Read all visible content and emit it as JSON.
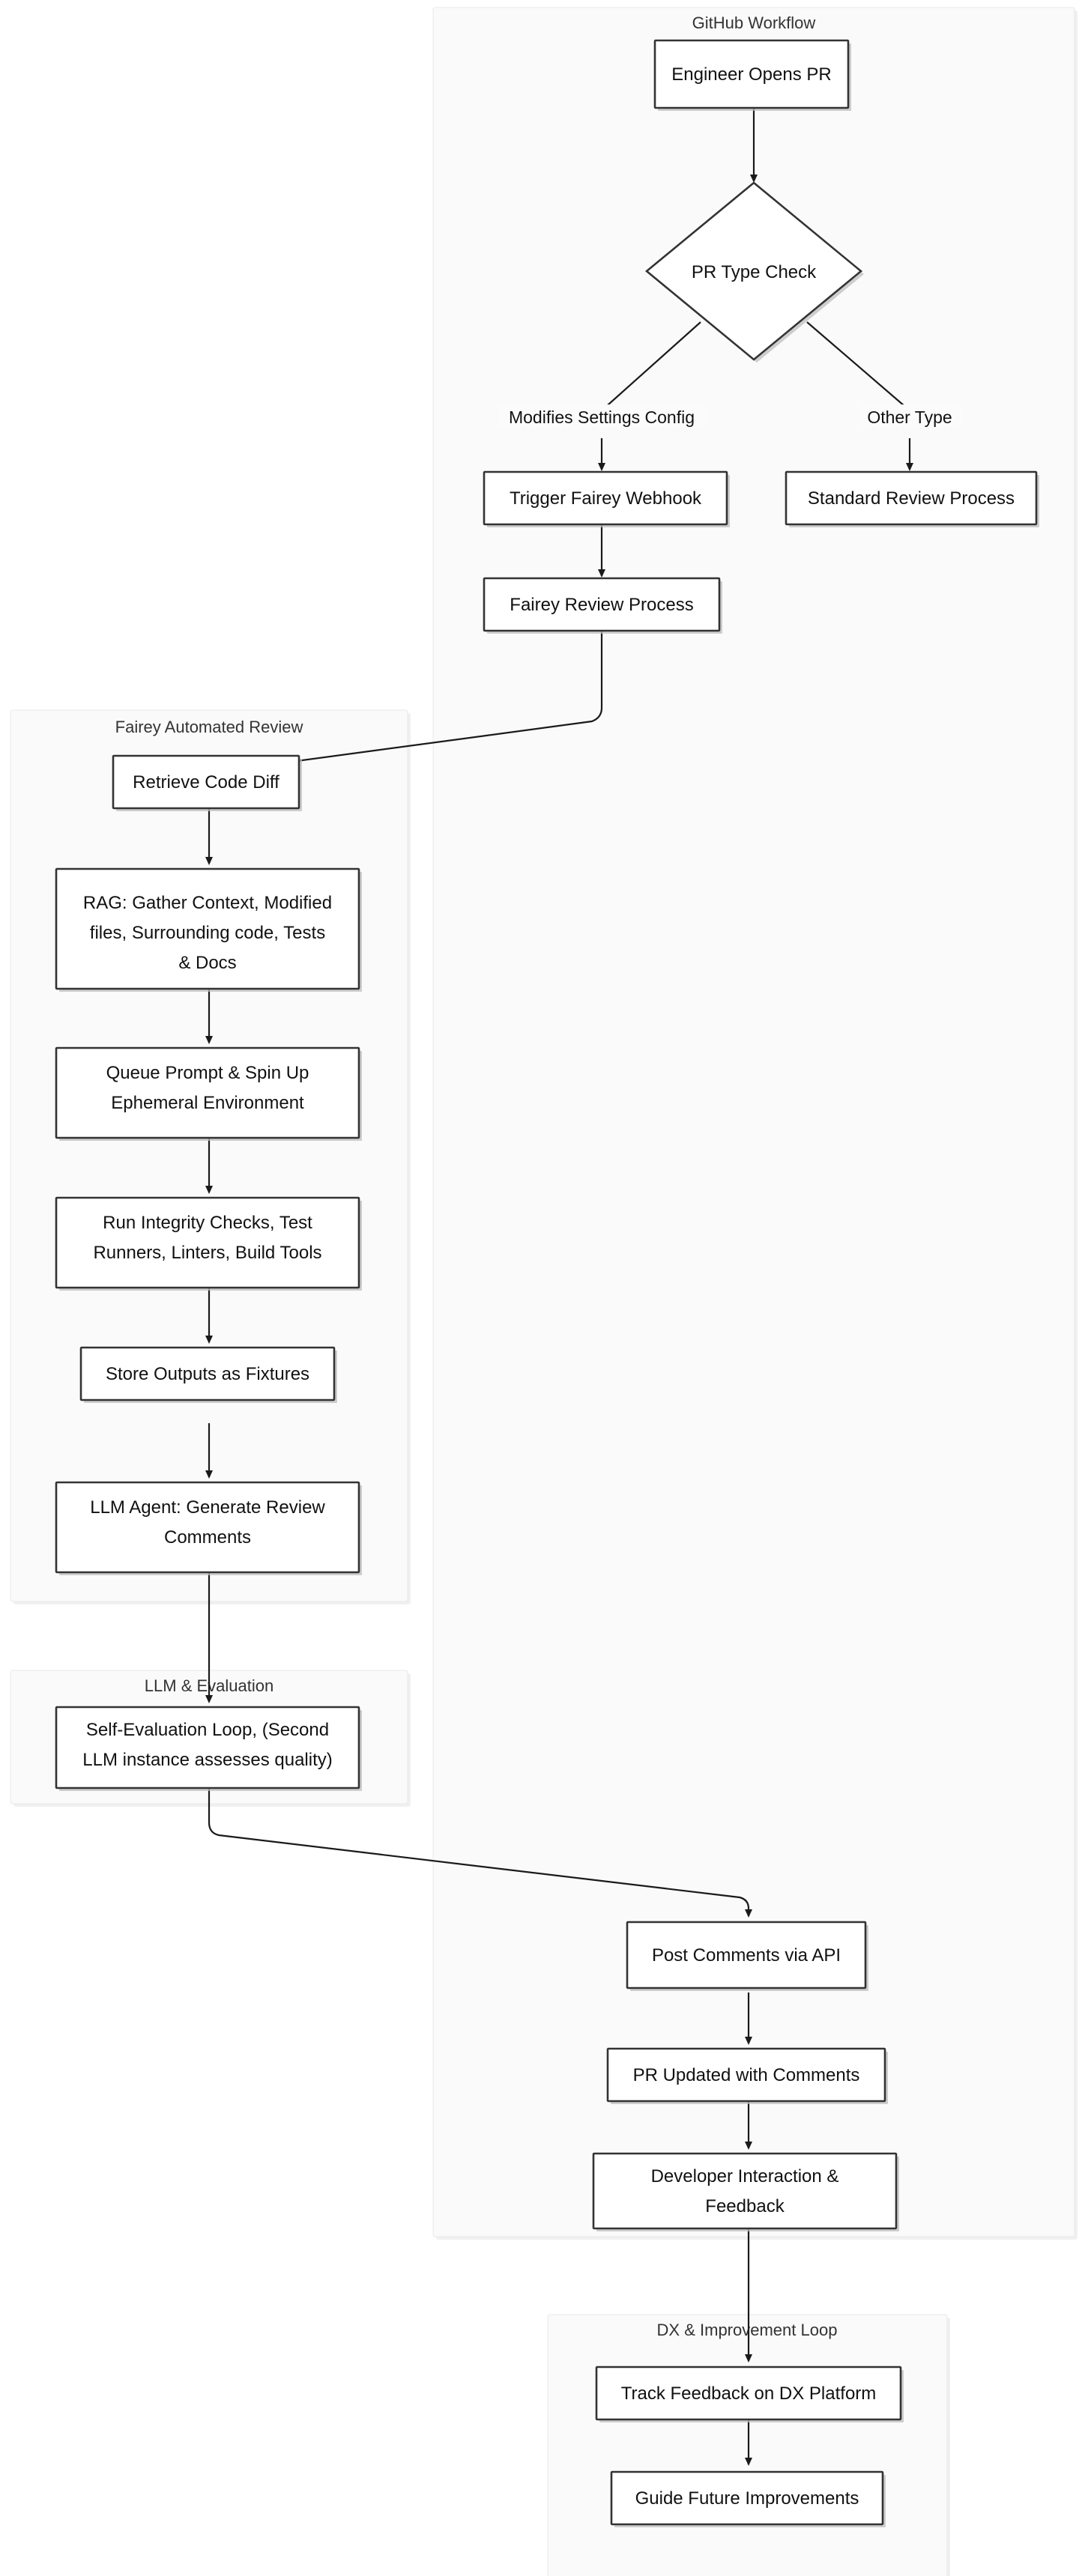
{
  "diagram": {
    "title": "Fairey Automated PR Review Flow",
    "background": "#ffffff",
    "node_fill": "#ffffff",
    "node_stroke": "#333333",
    "cluster_fill": "#fafafa",
    "cluster_stroke": "#e8e8e8",
    "edge_color": "#1a1a1a"
  },
  "clusters": [
    {
      "id": "github",
      "label": "GitHub Workflow"
    },
    {
      "id": "fairey",
      "label": "Fairey Automated Review"
    },
    {
      "id": "llmeval",
      "label": "LLM & Evaluation"
    },
    {
      "id": "dx",
      "label": "DX & Improvement Loop"
    }
  ],
  "nodes": [
    {
      "id": "engineer_opens_pr",
      "label": "Engineer Opens PR",
      "shape": "rect",
      "cluster": "github"
    },
    {
      "id": "pr_type_check",
      "label": "PR Type Check",
      "shape": "diamond",
      "cluster": "github"
    },
    {
      "id": "trigger_webhook",
      "label": "Trigger Fairey Webhook",
      "shape": "rect",
      "cluster": "github"
    },
    {
      "id": "standard_review",
      "label": "Standard Review Process",
      "shape": "rect",
      "cluster": "github"
    },
    {
      "id": "fairey_review_process",
      "label": "Fairey Review Process",
      "shape": "rect",
      "cluster": "github"
    },
    {
      "id": "retrieve_code_diff",
      "label": "Retrieve Code Diff",
      "shape": "rect",
      "cluster": "fairey"
    },
    {
      "id": "rag_gather",
      "label": "RAG: Gather Context, Modified\nfiles, Surrounding code, Tests\n& Docs",
      "shape": "rect",
      "cluster": "fairey"
    },
    {
      "id": "queue_prompt",
      "label": "Queue Prompt & Spin Up\nEphemeral Environment",
      "shape": "rect",
      "cluster": "fairey"
    },
    {
      "id": "run_integrity",
      "label": "Run Integrity Checks, Test\nRunners, Linters, Build Tools",
      "shape": "rect",
      "cluster": "fairey"
    },
    {
      "id": "store_outputs",
      "label": "Store Outputs as Fixtures",
      "shape": "rect",
      "cluster": "fairey"
    },
    {
      "id": "llm_agent",
      "label": "LLM Agent: Generate Review\nComments",
      "shape": "rect",
      "cluster": "fairey"
    },
    {
      "id": "self_eval",
      "label": "Self-Evaluation Loop, (Second\nLLM instance assesses quality)",
      "shape": "rect",
      "cluster": "llmeval"
    },
    {
      "id": "post_comments",
      "label": "Post Comments via API",
      "shape": "rect",
      "cluster": "github"
    },
    {
      "id": "pr_updated",
      "label": "PR Updated with Comments",
      "shape": "rect",
      "cluster": "github"
    },
    {
      "id": "dev_interaction",
      "label": "Developer Interaction &\nFeedback",
      "shape": "rect",
      "cluster": "github"
    },
    {
      "id": "track_feedback",
      "label": "Track Feedback on DX Platform",
      "shape": "rect",
      "cluster": "dx"
    },
    {
      "id": "guide_future",
      "label": "Guide Future Improvements",
      "shape": "rect",
      "cluster": "dx"
    }
  ],
  "edges": [
    {
      "from": "engineer_opens_pr",
      "to": "pr_type_check",
      "label": ""
    },
    {
      "from": "pr_type_check",
      "to": "trigger_webhook",
      "label": "Modifies Settings Config"
    },
    {
      "from": "pr_type_check",
      "to": "standard_review",
      "label": "Other Type"
    },
    {
      "from": "trigger_webhook",
      "to": "fairey_review_process",
      "label": ""
    },
    {
      "from": "fairey_review_process",
      "to": "retrieve_code_diff",
      "label": ""
    },
    {
      "from": "retrieve_code_diff",
      "to": "rag_gather",
      "label": ""
    },
    {
      "from": "rag_gather",
      "to": "queue_prompt",
      "label": ""
    },
    {
      "from": "queue_prompt",
      "to": "run_integrity",
      "label": ""
    },
    {
      "from": "run_integrity",
      "to": "store_outputs",
      "label": ""
    },
    {
      "from": "store_outputs",
      "to": "llm_agent",
      "label": ""
    },
    {
      "from": "llm_agent",
      "to": "self_eval",
      "label": ""
    },
    {
      "from": "self_eval",
      "to": "post_comments",
      "label": ""
    },
    {
      "from": "post_comments",
      "to": "pr_updated",
      "label": ""
    },
    {
      "from": "pr_updated",
      "to": "dev_interaction",
      "label": ""
    },
    {
      "from": "dev_interaction",
      "to": "track_feedback",
      "label": ""
    },
    {
      "from": "track_feedback",
      "to": "guide_future",
      "label": ""
    }
  ],
  "labels": {
    "cluster_github": "GitHub Workflow",
    "cluster_fairey": "Fairey Automated Review",
    "cluster_llmeval": "LLM & Evaluation",
    "cluster_dx": "DX & Improvement Loop",
    "n_engineer_opens_pr": "Engineer Opens PR",
    "n_pr_type_check": "PR Type Check",
    "n_trigger_webhook": "Trigger Fairey Webhook",
    "n_standard_review": "Standard Review Process",
    "n_fairey_review_process": "Fairey Review Process",
    "n_retrieve_code_diff": "Retrieve Code Diff",
    "n_rag_l1": "RAG: Gather Context, Modified",
    "n_rag_l2": "files, Surrounding code, Tests",
    "n_rag_l3": "& Docs",
    "n_queue_l1": "Queue Prompt & Spin Up",
    "n_queue_l2": "Ephemeral Environment",
    "n_integrity_l1": "Run Integrity Checks, Test",
    "n_integrity_l2": "Runners, Linters, Build Tools",
    "n_store_outputs": "Store Outputs as Fixtures",
    "n_llm_agent_l1": "LLM Agent: Generate Review",
    "n_llm_agent_l2": "Comments",
    "n_self_eval_l1": "Self-Evaluation Loop, (Second",
    "n_self_eval_l2": "LLM instance assesses quality)",
    "n_post_comments": "Post Comments via API",
    "n_pr_updated": "PR Updated with Comments",
    "n_dev_interaction_l1": "Developer Interaction &",
    "n_dev_interaction_l2": "Feedback",
    "n_track_feedback": "Track Feedback on DX Platform",
    "n_guide_future": "Guide Future Improvements",
    "e_modifies_settings": "Modifies Settings Config",
    "e_other_type": "Other Type"
  }
}
